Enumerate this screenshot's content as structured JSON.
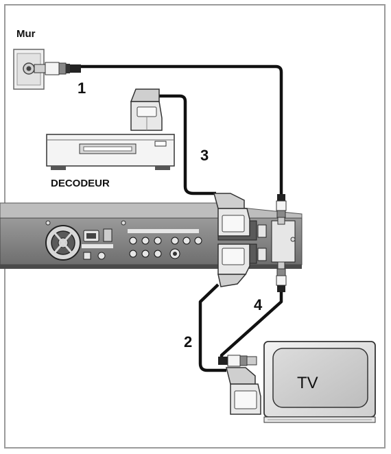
{
  "labels": {
    "wall": "Mur",
    "decoder": "DECODEUR",
    "tv": "TV"
  },
  "steps": [
    "1",
    "2",
    "3",
    "4"
  ],
  "colors": {
    "cable": "#111111",
    "device_dark": "#5a5a5a",
    "device_mid": "#8a8a8a",
    "device_light": "#d8d8d8",
    "border": "#9a9a9a"
  }
}
